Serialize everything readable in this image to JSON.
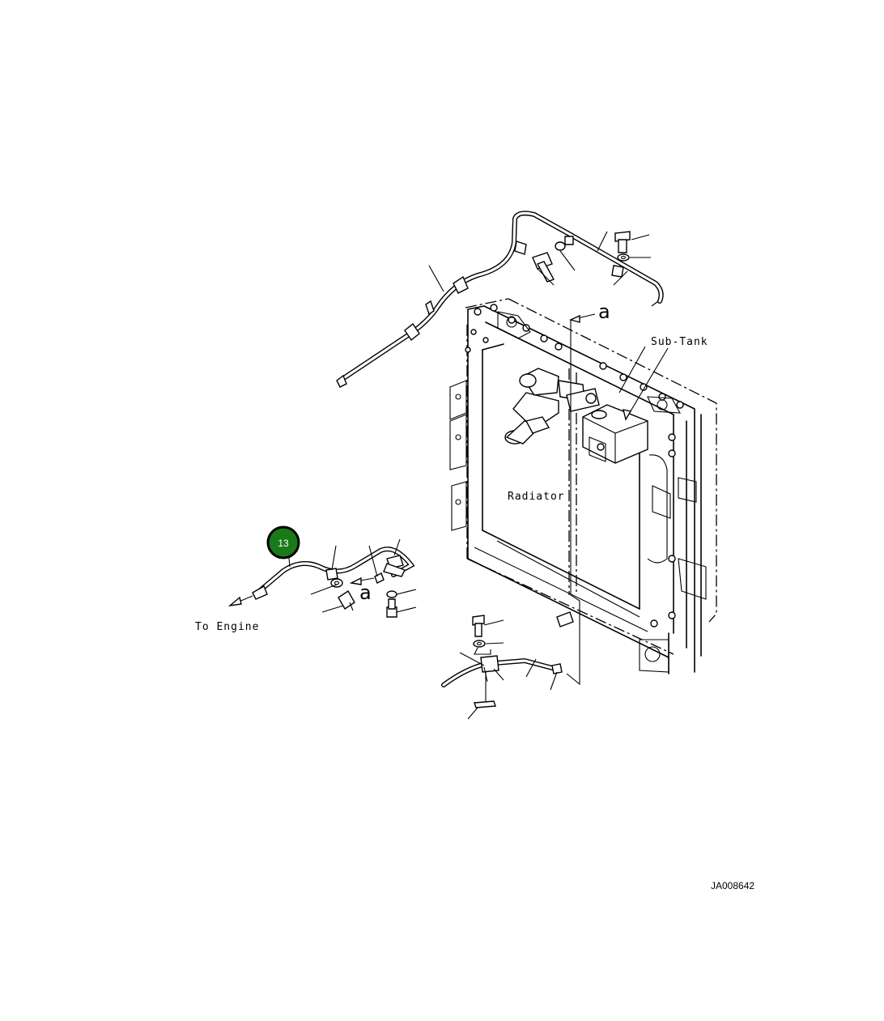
{
  "diagram": {
    "labels": {
      "sub_tank": "Sub-Tank",
      "radiator": "Radiator",
      "to_engine": "To Engine",
      "connection_a_top": "a",
      "connection_a_bottom": "a"
    },
    "callout": {
      "number": "13",
      "fill_color": "#1a7a1a",
      "ring_color": "#000000"
    },
    "drawing_ref": "JA008642"
  }
}
